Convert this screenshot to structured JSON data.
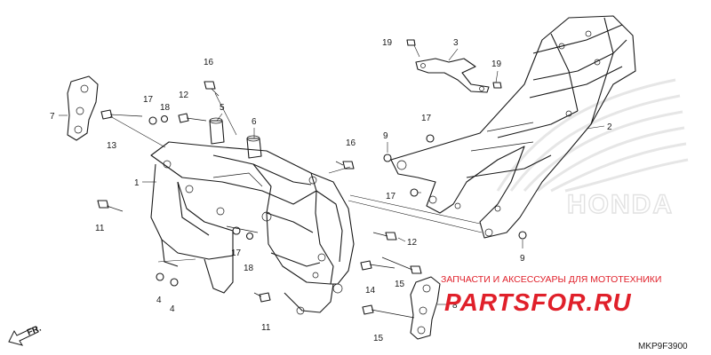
{
  "diagram": {
    "callouts": [
      {
        "id": "c1",
        "text": "1"
      },
      {
        "id": "c2",
        "text": "2"
      },
      {
        "id": "c3",
        "text": "3"
      },
      {
        "id": "c4a",
        "text": "4"
      },
      {
        "id": "c4b",
        "text": "4"
      },
      {
        "id": "c5",
        "text": "5"
      },
      {
        "id": "c6",
        "text": "6"
      },
      {
        "id": "c7",
        "text": "7"
      },
      {
        "id": "c8",
        "text": "8"
      },
      {
        "id": "c9a",
        "text": "9"
      },
      {
        "id": "c9b",
        "text": "9"
      },
      {
        "id": "c11a",
        "text": "11"
      },
      {
        "id": "c11b",
        "text": "11"
      },
      {
        "id": "c12a",
        "text": "12"
      },
      {
        "id": "c12b",
        "text": "12"
      },
      {
        "id": "c13",
        "text": "13"
      },
      {
        "id": "c14",
        "text": "14"
      },
      {
        "id": "c15a",
        "text": "15"
      },
      {
        "id": "c15b",
        "text": "15"
      },
      {
        "id": "c16a",
        "text": "16"
      },
      {
        "id": "c16b",
        "text": "16"
      },
      {
        "id": "c17a",
        "text": "17"
      },
      {
        "id": "c17b",
        "text": "17"
      },
      {
        "id": "c17c",
        "text": "17"
      },
      {
        "id": "c17d",
        "text": "17"
      },
      {
        "id": "c18a",
        "text": "18"
      },
      {
        "id": "c18b",
        "text": "18"
      },
      {
        "id": "c19a",
        "text": "19"
      },
      {
        "id": "c19b",
        "text": "19"
      }
    ],
    "direction_label": "FR.",
    "diagram_code": "MKP9F3900",
    "watermark_brand": "HONDA",
    "store_tagline": "ЗАПЧАСТИ И АКСЕССУАРЫ ДЛЯ МОТОТЕХНИКИ",
    "store_logo": "PARTSFOR.RU"
  },
  "colors": {
    "line": "#1a1a1a",
    "watermark": "#e6e6e6",
    "store_red": "#e0202a"
  }
}
